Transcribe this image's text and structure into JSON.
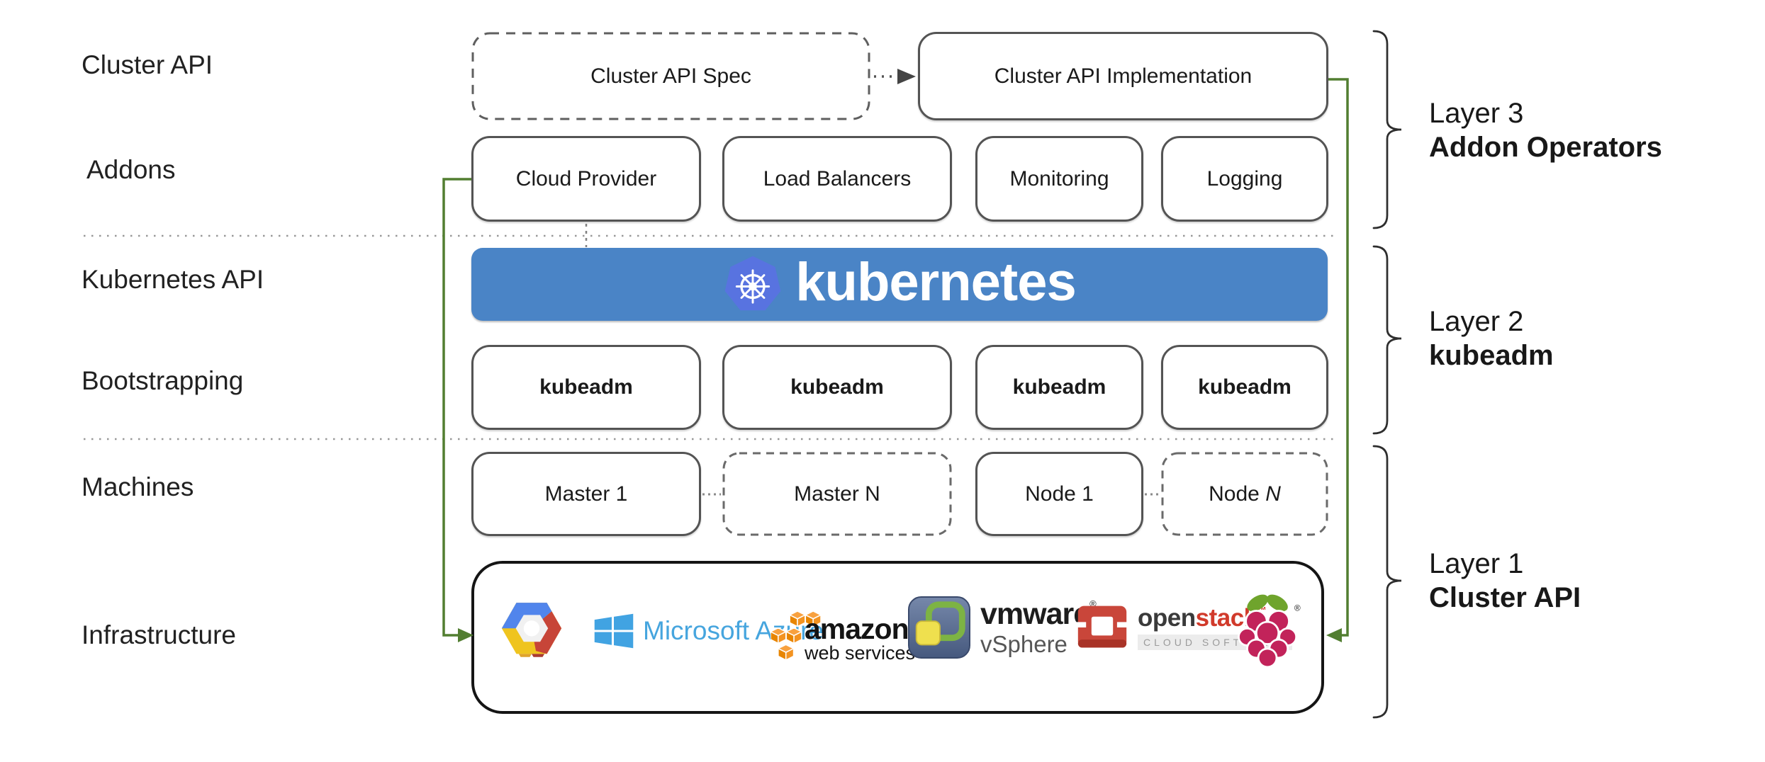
{
  "row_labels": [
    "Cluster API",
    "Addons",
    "Kubernetes API",
    "Bootstrapping",
    "Machines",
    "Infrastructure"
  ],
  "cluster_api": {
    "spec_label": "Cluster API Spec",
    "impl_label": "Cluster API Implementation"
  },
  "addons": {
    "items": [
      "Cloud Provider",
      "Load Balancers",
      "Monitoring",
      "Logging"
    ]
  },
  "kubernetes": {
    "wordmark": "kubernetes"
  },
  "bootstrapping": {
    "items": [
      "kubeadm",
      "kubeadm",
      "kubeadm",
      "kubeadm"
    ]
  },
  "machines": {
    "master1": "Master 1",
    "masterN": "Master N",
    "node1": "Node 1",
    "nodeN_prefix": "Node ",
    "nodeN_letter": "N"
  },
  "infrastructure": {
    "providers": [
      "Google Cloud Platform",
      "Microsoft Azure",
      "Amazon Web Services",
      "VMware vSphere",
      "OpenStack",
      "Raspberry Pi"
    ],
    "azure_label": "Microsoft Azure",
    "amazon_label": "amazon",
    "amazon_sub": "web services",
    "vmware_label": "vmware",
    "vmware_reg": "®",
    "vmware_sub": "vSphere",
    "openstack_open": "open",
    "openstack_stack": "stack",
    "openstack_tm": "™",
    "openstack_sub": "CLOUD SOFTWARE",
    "rpi_reg": "®"
  },
  "layers": [
    {
      "line1": "Layer 3",
      "line2": "Addon Operators"
    },
    {
      "line1": "Layer 2",
      "line2": "kubeadm"
    },
    {
      "line1": "Layer 1",
      "line2": "Cluster API"
    }
  ],
  "colors": {
    "connector_green": "#527E31",
    "banner_blue": "#4A84C6",
    "k8s_logo_blue": "#5873E0",
    "azure_blue": "#46A5DE",
    "aws_orange": "#F8A13F",
    "openstack_red": "#D13A2B",
    "rpi_berry": "#C2235A",
    "rpi_leaf": "#6FA42C",
    "border_gray": "#545454"
  }
}
